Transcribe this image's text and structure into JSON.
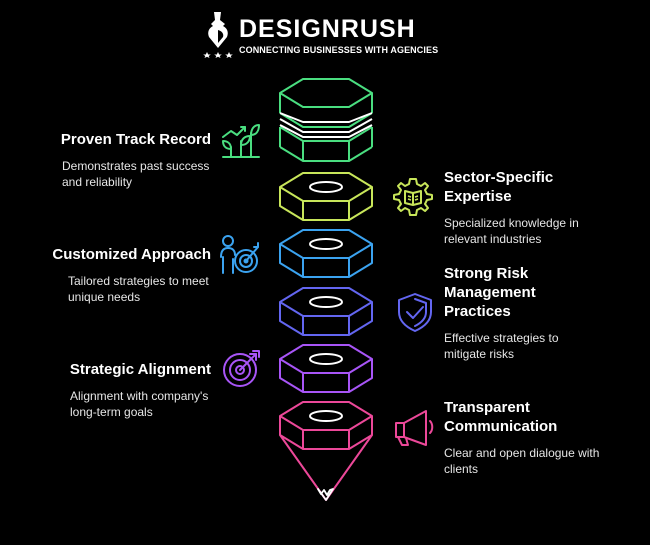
{
  "brand": {
    "name": "DESIGNRUSH",
    "tagline": "CONNECTING BUSINESSES WITH AGENCIES"
  },
  "colors": {
    "green": "#4ade80",
    "lime": "#c8e65a",
    "blue": "#3ba3f0",
    "indigo": "#6366f1",
    "violet": "#a855f7",
    "pink": "#ec4899",
    "white": "#ffffff"
  },
  "items": {
    "proven_track_record": {
      "title": "Proven Track Record",
      "description": "Demonstrates past success and reliability",
      "icon": "growth-plant-icon"
    },
    "sector_specific_expertise": {
      "title": "Sector-Specific Expertise",
      "description": "Specialized knowledge in relevant industries",
      "icon": "gear-book-icon"
    },
    "customized_approach": {
      "title": "Customized Approach",
      "description": "Tailored strategies to meet unique needs",
      "icon": "person-target-icon"
    },
    "strong_risk_management": {
      "title": "Strong Risk Management Practices",
      "description": "Effective strategies to mitigate risks",
      "icon": "shield-check-icon"
    },
    "strategic_alignment": {
      "title": "Strategic Alignment",
      "description": "Alignment with company's long-term goals",
      "icon": "target-arrow-icon"
    },
    "transparent_communication": {
      "title": "Transparent Communication",
      "description": "Clear and open dialogue with clients",
      "icon": "megaphone-icon"
    }
  }
}
